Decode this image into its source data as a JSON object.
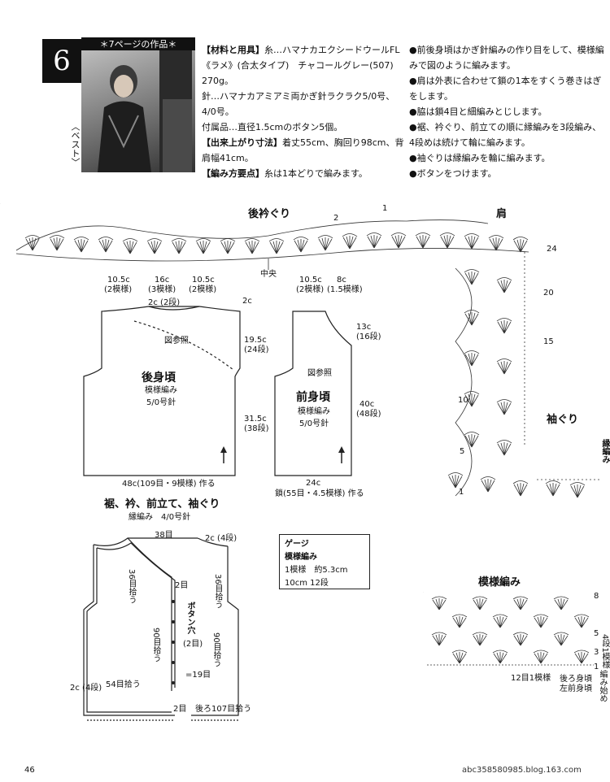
{
  "header": {
    "number": "6",
    "ref": "＊7ページの作品＊",
    "item": "〈ベスト〉"
  },
  "materials": {
    "heading_material": "【材料と用具】",
    "yarn": "糸…ハマナカエクシードウールFL《ラメ》(合太タイプ)　チャコールグレー(507) 270g。",
    "needle": "針…ハマナカアミアミ両かぎ針ラクラク5/0号、4/0号。",
    "notions": "付属品…直径1.5cmのボタン5個。",
    "heading_size": "【出来上がり寸法】",
    "size": "着丈55cm、胸回り98cm、背肩幅41cm。",
    "heading_method": "【編み方要点】",
    "method": "糸は1本どりで編みます。"
  },
  "steps": [
    "●前後身頃はかぎ針編みの作り目をして、模様編みで図のように編みます。",
    "●肩は外表に合わせて鎖の1本をすくう巻きはぎをします。",
    "●脇は鎖4目と細編みとじします。",
    "●裾、衿ぐり、前立ての順に縁編みを3段編み、4段めは続けて輪に編みます。",
    "●袖ぐりは縁編みを輪に編みます。",
    "●ボタンをつけます。"
  ],
  "neck_chart": {
    "title_neck": "後衿ぐり",
    "title_shoulder": "肩",
    "center": "中央",
    "armhole": "袖ぐり",
    "edge": "縁編み",
    "row_marks": [
      "24",
      "20",
      "15",
      "10",
      "5",
      "1",
      "2",
      "1"
    ]
  },
  "back": {
    "w1": "10.5c",
    "w1s": "(2模様)",
    "w2": "16c",
    "w2s": "(3模様)",
    "w3": "10.5c",
    "w3s": "(2模様)",
    "neck_drop": "2c (2段)",
    "ref": "図参照",
    "title": "後身頃",
    "stitch": "模様編み",
    "needle": "5/0号針",
    "armhole_h": "19.5c",
    "armhole_r": "(24段)",
    "body_h": "31.5c",
    "body_r": "(38段)",
    "bottom": "48c(109目・9模様) 作る"
  },
  "front": {
    "w1": "10.5c",
    "w1s": "(2模様)",
    "w2": "8c",
    "w2s": "(1.5模様)",
    "top_drop": "2c",
    "ref": "図参照",
    "title": "前身頃",
    "stitch": "模様編み",
    "needle": "5/0号針",
    "neck_h": "13c",
    "neck_r": "(16段)",
    "total_h": "40c",
    "total_r": "(48段)",
    "bottom_w": "24c",
    "bottom": "鎖(55目・4.5模様) 作る"
  },
  "border": {
    "title": "裾、衿、前立て、袖ぐり",
    "sub": "縁編み　4/0号針",
    "top": "38目",
    "shoulder": "2c (4段)",
    "side_pick": "36目拾う",
    "armhole_pick": "36目拾う",
    "gap": "2目",
    "button": "ボタン穴",
    "button2": "(2目)",
    "front_pick": "90目拾う",
    "back_pick": "90目拾う",
    "hem_pick": "54目拾う",
    "hem_edge": "2c (4段)",
    "eye19": "=19目",
    "bottom_gap": "2目",
    "back_bottom": "後ろ107目拾う"
  },
  "gauge": {
    "title": "ゲージ",
    "l1": "模様編み",
    "l2": "1模様　約5.3cm",
    "l3": "10cm 12段"
  },
  "pattern": {
    "title": "模様編み",
    "repeat": "12目1模様",
    "start": "後ろ身頃\n左前身頃",
    "begin": "編み始め",
    "rows": "4段1模様",
    "marks": [
      "8",
      "5",
      "3",
      "1"
    ]
  },
  "footer": {
    "page": "46",
    "source": "abc358580985.blog.163.com"
  }
}
